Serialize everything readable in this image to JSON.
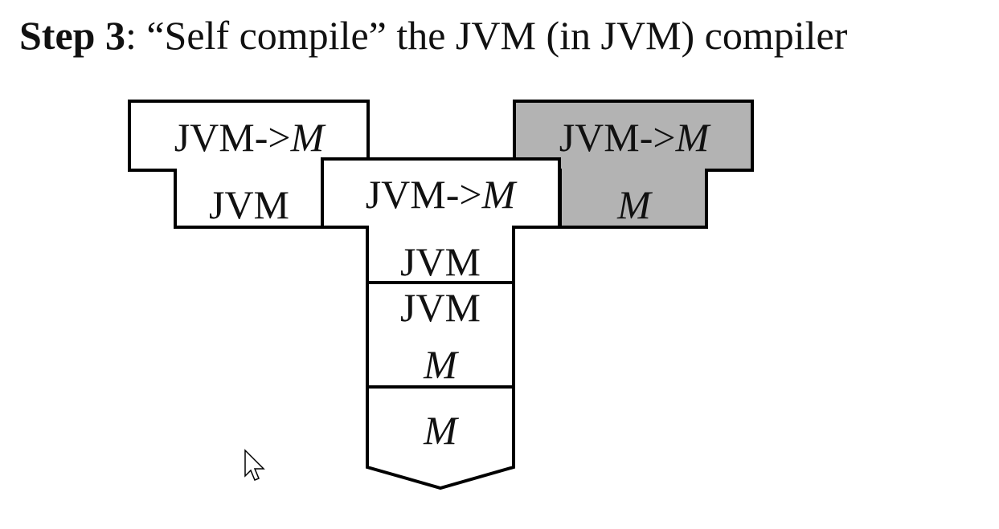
{
  "title": {
    "step": "Step 3",
    "rest": ": “Self compile” the JVM (in JVM) compiler"
  },
  "source_tdiagram": {
    "from": "JVM",
    "arrow": "->",
    "to": "M",
    "implementation": "JVM"
  },
  "compiler_tdiagram": {
    "from": "JVM",
    "arrow": "->",
    "to": "M",
    "implementation": "JVM"
  },
  "output_tdiagram": {
    "from": "JVM",
    "arrow": "->",
    "to": "M",
    "implementation": "M",
    "fill": "#b3b3b3"
  },
  "interpreter": {
    "runs": "JVM",
    "implementation": "M"
  },
  "machine": {
    "label": "M"
  }
}
